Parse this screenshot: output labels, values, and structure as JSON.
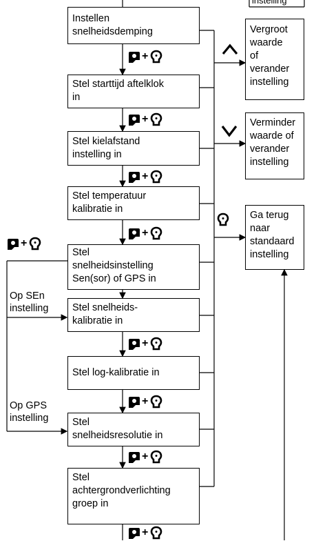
{
  "steps": [
    "Instellen\nsnelheidsdemping",
    "Stel starttijd aftelklok\nin",
    "Stel kielafstand\ninstelling in",
    "Stel temperatuur\nkalibratie in",
    "Stel\nsnelheidsinstelling\nSen(sor) of GPS in",
    "Stel snelheids-\nkalibratie in",
    "Stel log-kalibratie in",
    "Stel\nsnelheidsresolutie in",
    "Stel\nachtergrondverlichting\ngroep in"
  ],
  "actions": {
    "increase": "Vergroot\nwaarde\nof\nverander\ninstelling",
    "decrease": "Verminder\nwaarde of\nverander\ninstelling",
    "reset": "Ga terug\nnaar\nstandaard\ninstelling",
    "top_partial": "instelling"
  },
  "branches": {
    "sen": "Op SEn\ninstelling",
    "gps": "Op GPS\ninstelling"
  },
  "symbols": {
    "plus": "+"
  }
}
